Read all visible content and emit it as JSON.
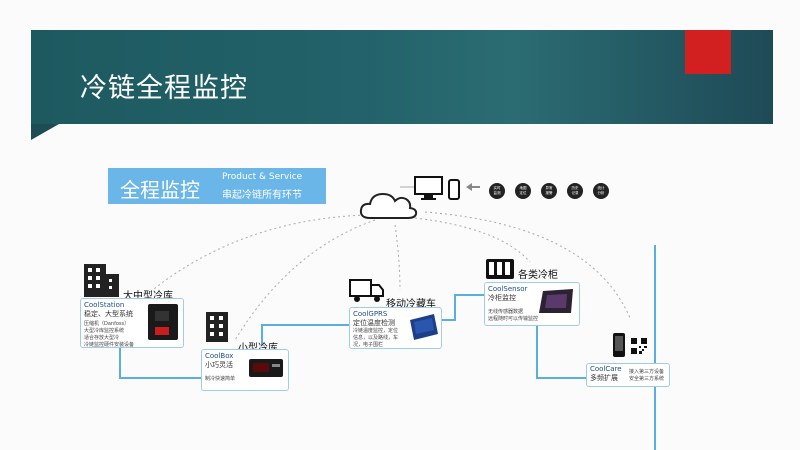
{
  "slide": {
    "title": "冷链全程监控"
  },
  "banner": {
    "main": "全程监控",
    "en": "Product & Service",
    "cn": "串起冷链所有环节"
  },
  "feature_circles": [
    {
      "label": "实时\n监测"
    },
    {
      "label": "地图\n定位"
    },
    {
      "label": "异常\n报警"
    },
    {
      "label": "历史\n记录"
    },
    {
      "label": "统计\n分析"
    }
  ],
  "nodes": {
    "large_storage": {
      "label": "大中型冷库",
      "product": "CoolStation",
      "desc": "稳定、大型系统",
      "details": "压缩机（Danfoss）\n大型冷库监控系统\n适合存放大型冷\n冷链监控硬件安装设备"
    },
    "small_storage": {
      "label": "小型冷库",
      "product": "CoolBox",
      "desc": "小巧灵活",
      "details": "制冷快速简单"
    },
    "truck": {
      "label": "移动冷藏车",
      "product": "CoolGPRS",
      "desc": "定位温度检测",
      "details": "冷链温度监控，定位\n信息，以及路线，车\n况，电子围栏"
    },
    "cabinet": {
      "label": "各类冷柜",
      "product": "CoolSensor",
      "desc": "冷柜监控",
      "details": "无线传感器数据\n远程随时可以传输监控"
    },
    "mobile": {
      "product": "CoolCare",
      "desc": "多频扩展",
      "details": "接入第三方设备\n安全第三方系统"
    }
  },
  "colors": {
    "header": "#23626a",
    "accent": "#d21f1f",
    "banner": "#6bb6e8",
    "line": "#5aaee0"
  }
}
